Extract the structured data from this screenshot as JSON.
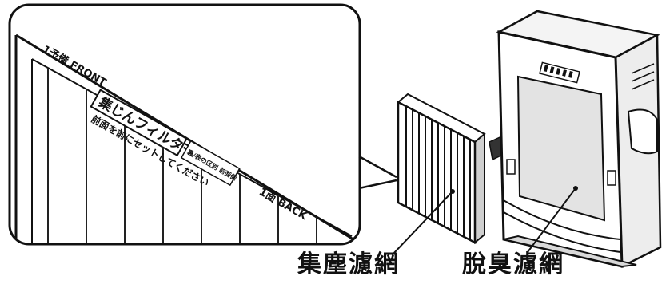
{
  "callout": {
    "front_label": "1予備 FRONT",
    "filter_name": "集じんフィルター",
    "side_note": "裏/表の区別 前面側",
    "instruction": "前面を前にセットしてください",
    "back_label": "1面 BACK"
  },
  "captions": {
    "left": "集塵濾網",
    "right": "脫臭濾網"
  },
  "colors": {
    "line": "#111111",
    "arrow_fill": "#333333",
    "panel_fill": "#e3e3e3",
    "background": "#ffffff"
  }
}
